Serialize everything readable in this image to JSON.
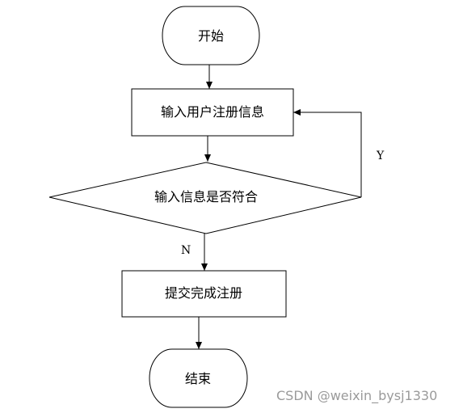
{
  "diagram": {
    "nodes": {
      "start": "开始",
      "input": "输入用户注册信息",
      "decision": "输入信息是否符合",
      "submit": "提交完成注册",
      "end": "结束"
    },
    "edges": {
      "yes_label": "Y",
      "no_label": "N"
    }
  },
  "watermark": {
    "text": "CSDN @weixin_bysj1330"
  }
}
